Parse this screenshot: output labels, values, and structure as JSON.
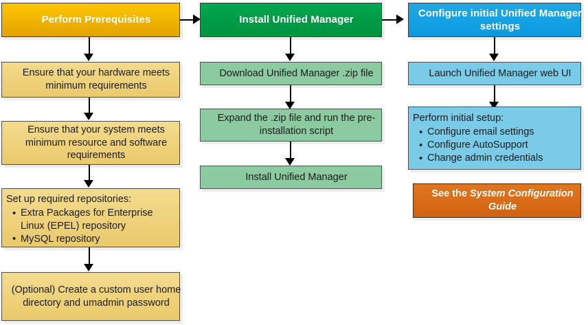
{
  "diagram": {
    "title": "Unified Manager installation workflow",
    "columns": [
      {
        "id": "prerequisites",
        "header": {
          "label": "Perform Prerequisites",
          "color": "#eeaf00"
        },
        "steps": [
          {
            "id": "hardware",
            "align": "center",
            "text": "Ensure that your hardware meets minimum requirements",
            "bullets": []
          },
          {
            "id": "system-resources",
            "align": "center",
            "text": "Ensure that your system meets minimum resource and software requirements",
            "bullets": []
          },
          {
            "id": "repositories",
            "align": "left",
            "text": "Set up required repositories:",
            "bullets": [
              "Extra Packages for Enterprise Linux (EPEL) repository",
              "MySQL repository"
            ]
          },
          {
            "id": "custom-user",
            "align": "center",
            "text": "(Optional) Create a custom user home directory and umadmin password",
            "bullets": []
          }
        ],
        "step_color": "#e9c96c"
      },
      {
        "id": "install",
        "header": {
          "label": "Install Unified Manager",
          "color": "#00953f"
        },
        "steps": [
          {
            "id": "download-zip",
            "align": "center",
            "text": "Download Unified Manager .zip file",
            "bullets": []
          },
          {
            "id": "expand-zip",
            "align": "center",
            "text": "Expand the .zip file and run the pre-installation script",
            "bullets": []
          },
          {
            "id": "install-um",
            "align": "center",
            "text": "Install Unified Manager",
            "bullets": []
          }
        ],
        "step_color": "#8ccba2"
      },
      {
        "id": "configure",
        "header": {
          "label": "Configure initial Unified Manager settings",
          "color": "#0b9ade"
        },
        "steps": [
          {
            "id": "launch-web-ui",
            "align": "center",
            "text": "Launch Unified Manager web UI",
            "bullets": []
          },
          {
            "id": "initial-setup",
            "align": "left",
            "text": "Perform initial setup:",
            "bullets": [
              "Configure email settings",
              "Configure AutoSupport",
              "Change admin credentials"
            ]
          }
        ],
        "step_color": "#79cbe8",
        "callout": {
          "id": "system-configuration-guide",
          "prefix": "See the ",
          "emphasis": "System Configuration Guide",
          "color": "#d86c18"
        }
      }
    ]
  }
}
